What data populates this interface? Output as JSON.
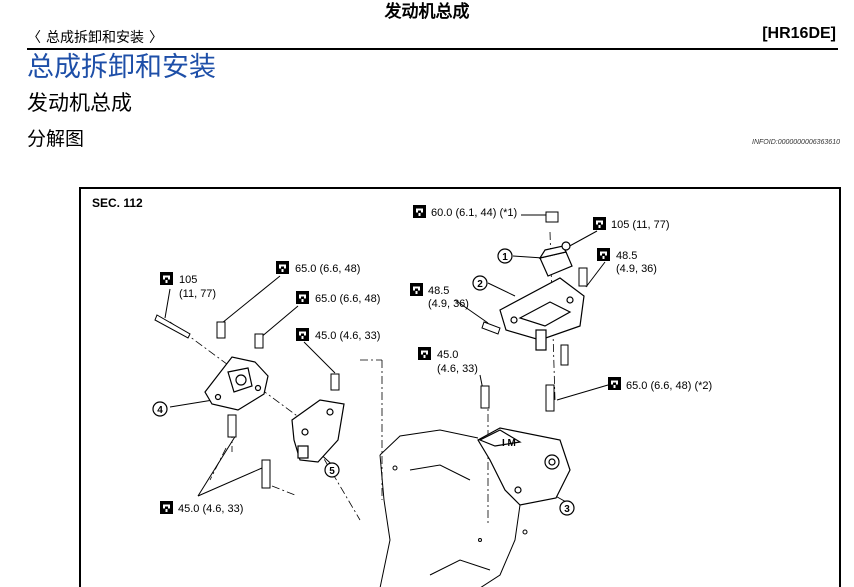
{
  "header": {
    "title": "发动机总成",
    "breadcrumb_prev": "〈",
    "breadcrumb_label": "总成拆卸和安装",
    "breadcrumb_next": "〉",
    "model": "[HR16DE]"
  },
  "headings": {
    "h1": "总成拆卸和安装",
    "h2": "发动机总成",
    "h3": "分解图"
  },
  "infoid": "INFOID:0000000006363610",
  "figure": {
    "section": "SEC. 112",
    "torques": {
      "t1": "60.0 (6.1, 44) (*1)",
      "t2": "105 (11, 77)",
      "t3a": "48.5",
      "t3b": "(4.9, 36)",
      "t4a": "48.5",
      "t4b": "(4.9, 36)",
      "t5a": "105",
      "t5b": "(11, 77)",
      "t6": "65.0 (6.6, 48)",
      "t7": "65.0 (6.6, 48)",
      "t8": "45.0 (4.6, 33)",
      "t9a": "45.0",
      "t9b": "(4.6, 33)",
      "t10": "65.0 (6.6, 48) (*2)",
      "t11": "45.0 (4.6, 33)"
    },
    "callouts": {
      "c1": "1",
      "c2": "2",
      "c3": "3",
      "c4": "4",
      "c5": "5"
    }
  }
}
